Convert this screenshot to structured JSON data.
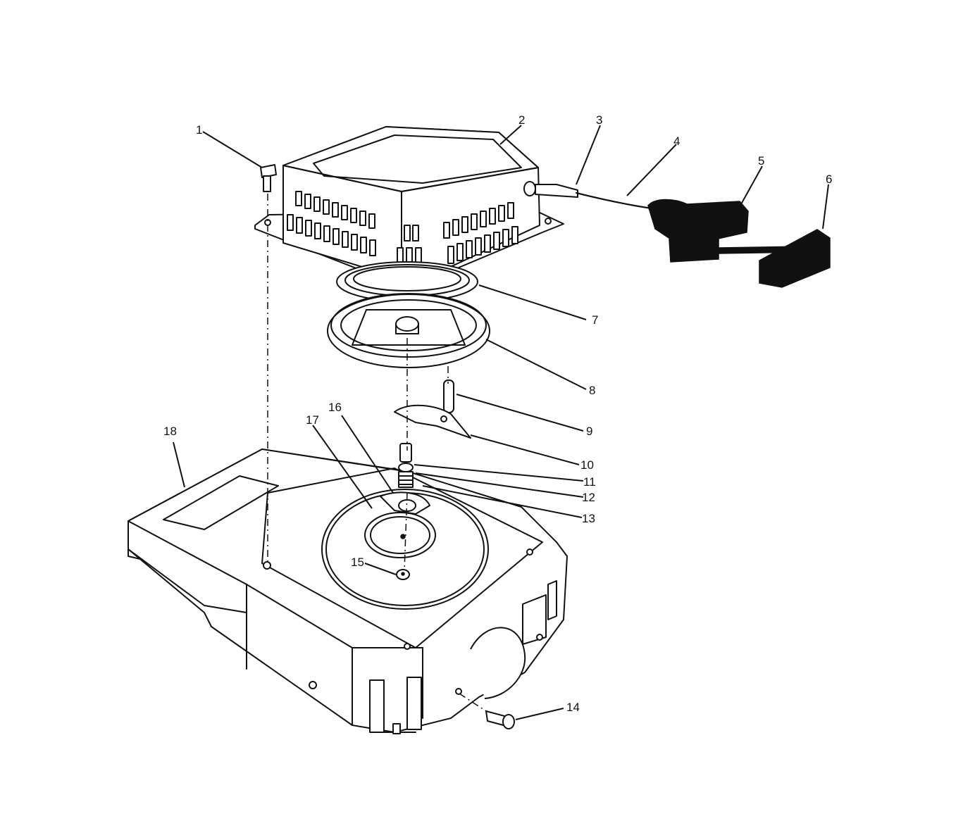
{
  "diagram": {
    "callouts": [
      {
        "id": "1",
        "label": "1"
      },
      {
        "id": "2",
        "label": "2"
      },
      {
        "id": "3",
        "label": "3"
      },
      {
        "id": "4",
        "label": "4"
      },
      {
        "id": "5",
        "label": "5"
      },
      {
        "id": "6",
        "label": "6"
      },
      {
        "id": "7",
        "label": "7"
      },
      {
        "id": "8",
        "label": "8"
      },
      {
        "id": "9",
        "label": "9"
      },
      {
        "id": "10",
        "label": "10"
      },
      {
        "id": "11",
        "label": "11"
      },
      {
        "id": "12",
        "label": "12"
      },
      {
        "id": "13",
        "label": "13"
      },
      {
        "id": "14",
        "label": "14"
      },
      {
        "id": "15",
        "label": "15"
      },
      {
        "id": "16",
        "label": "16"
      },
      {
        "id": "17",
        "label": "17"
      },
      {
        "id": "18",
        "label": "18"
      }
    ],
    "ink_color": "#111111",
    "paper_color": "#ffffff"
  }
}
